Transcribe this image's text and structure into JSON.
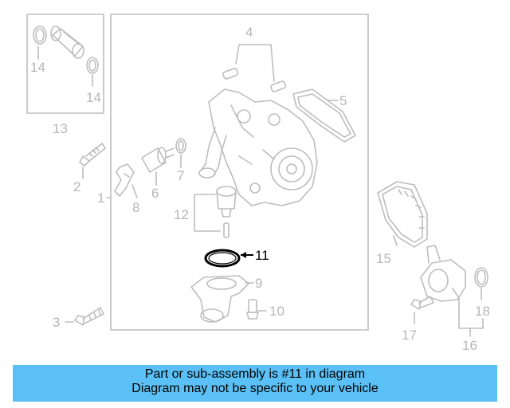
{
  "diagram": {
    "callouts": {
      "c1": "1",
      "c2": "2",
      "c3": "3",
      "c4": "4",
      "c5": "5",
      "c6": "6",
      "c7": "7",
      "c8": "8",
      "c9": "9",
      "c10": "10",
      "c11": "11",
      "c12": "12",
      "c13": "13",
      "c14a": "14",
      "c14b": "14",
      "c15": "15",
      "c16": "16",
      "c17": "17",
      "c18": "18"
    },
    "highlight_part": "11",
    "colors": {
      "line_art": "#bdbdbd",
      "highlight": "#000000",
      "banner": "#5bc0f5"
    }
  },
  "banner": {
    "line1": "Part or sub-assembly is #11 in diagram",
    "line2": "Diagram may not be specific to your vehicle"
  }
}
